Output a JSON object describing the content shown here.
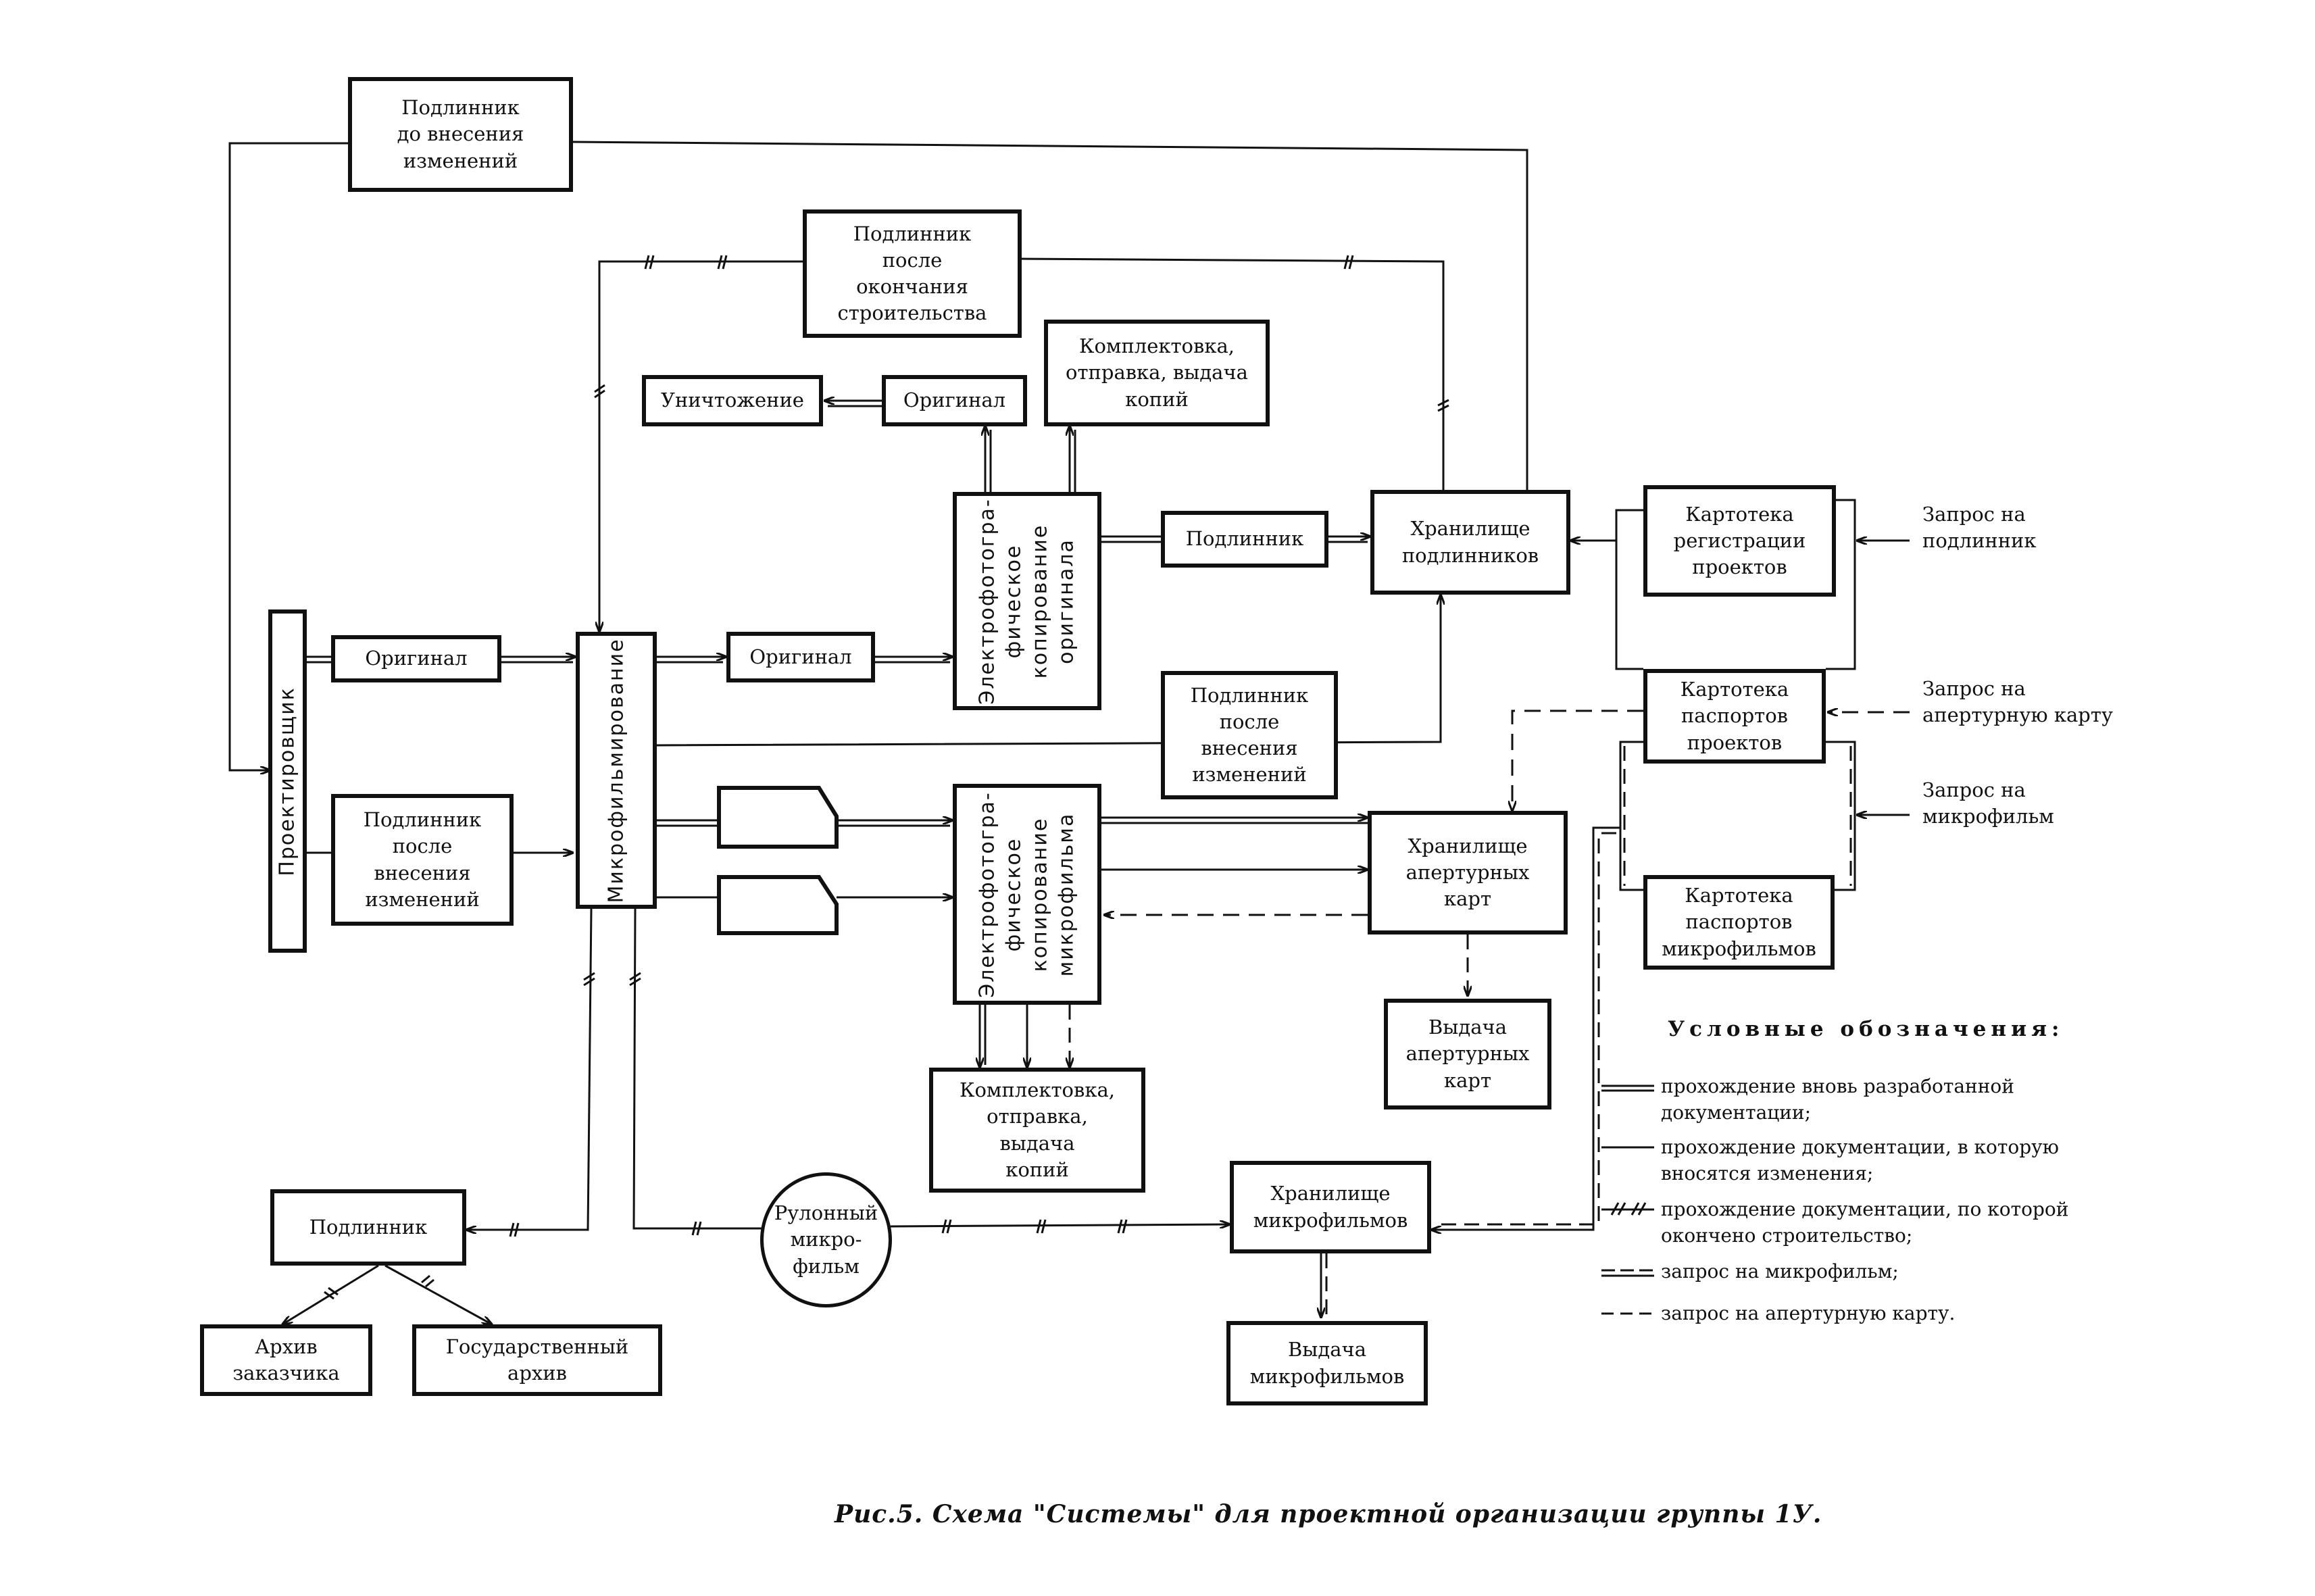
{
  "nodes": {
    "podlinnik_do": "Подлинник\nдо внесения\nизменений",
    "podlinnik_okonch": "Подлинник\nпосле\nокончания\nстроительства",
    "unichtozhenie": "Уничтожение",
    "original_top": "Оригинал",
    "komplekt_top": "Комплектовка,\nотправка, выдача\nкопий",
    "electro_orig": "Электрофотогра-\nфическое\nкопирование\nоригинала",
    "podlinnik_mid": "Подлинник",
    "khran_podl": "Хранилище\nподлинников",
    "kartoteka_reg": "Картотека\nрегистрации\nпроектов",
    "proektirovshchik": "Проектировщик",
    "original_left": "Оригинал",
    "mikrofilm": "Микрофильмирование",
    "original_mid": "Оригинал",
    "podlinnik_posle_vnes_mid": "Подлинник\nпосле\nвнесения\nизменений",
    "kartoteka_pasp_proekt": "Картотека\nпаспортов\nпроектов",
    "podlinnik_posle_vnes_left": "Подлинник\nпосле\nвнесения\nизменений",
    "electro_mikro": "Электрофотогра-\nфическое\nкопирование\nмикрофильма",
    "khran_apert": "Хранилище\nапертурных\nкарт",
    "kartoteka_pasp_mikro": "Картотека\nпаспортов\nмикрофильмов",
    "vydacha_apert": "Выдача\nапертурных\nкарт",
    "komplekt_bottom": "Комплектовка,\nотправка,\nвыдача\nкопий",
    "podlinnik_bottom": "Подлинник",
    "rulonny": "Рулонный\nмикро-\nфильм",
    "khran_mikro": "Хранилище\nмикрофильмов",
    "arkhiv_zak": "Архив\nзаказчика",
    "gos_arkhiv": "Государственный\nархив",
    "vydacha_mikro": "Выдача\nмикрофильмов"
  },
  "requests": {
    "zapros_podl": "Запрос на\nподлинник",
    "zapros_apert": "Запрос на\nапертурную карту",
    "zapros_mikro": "Запрос на\nмикрофильм"
  },
  "legend": {
    "title": "Условные обозначения:",
    "items": [
      {
        "symbol": "double-line",
        "text": "прохождение вновь разработанной\nдокументации;"
      },
      {
        "symbol": "single-line",
        "text": "прохождение документации, в которую\nвносятся изменения;"
      },
      {
        "symbol": "hatched-line",
        "text": "прохождение документации, по которой\nокончено строительство;"
      },
      {
        "symbol": "double-dashed-line",
        "text": "запрос на микрофильм;"
      },
      {
        "symbol": "dashed-line",
        "text": "запрос на апертурную карту."
      }
    ]
  },
  "caption": "Рис.5. Схема \"Системы\" для проектной организации группы 1У."
}
